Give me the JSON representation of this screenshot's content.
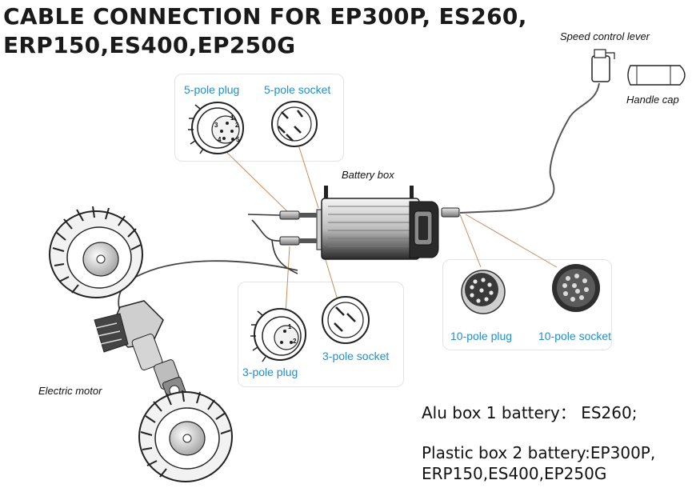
{
  "header": {
    "title_line1": "CABLE CONNECTION FOR EP300P, ES260,",
    "title_line2": "ERP150,ES400,EP250G"
  },
  "labels": {
    "speed_control_lever": "Speed control lever",
    "handle_cap": "Handle cap",
    "battery_box": "Battery box",
    "electric_motor": "Electric motor"
  },
  "connectors": {
    "plug_5": "5-pole plug",
    "socket_5": "5-pole socket",
    "plug_3": "3-pole plug",
    "socket_3": "3-pole socket",
    "plug_10": "10-pole plug",
    "socket_10": "10-pole socket"
  },
  "pin_labels": {
    "p5_1": "1",
    "p5_2": "2",
    "p5_3": "3",
    "p5_4": "4",
    "p5_5": "5",
    "p3_1": "1",
    "p3_2": "2"
  },
  "notes": {
    "alu_box": "Alu box 1 battery： ES260;",
    "plastic_box_line1": "Plastic box 2 battery:EP300P,",
    "plastic_box_line2": "ERP150,ES400,EP250G"
  },
  "colors": {
    "label_blue": "#1e8fd0",
    "leader_line": "#c98a5a"
  }
}
